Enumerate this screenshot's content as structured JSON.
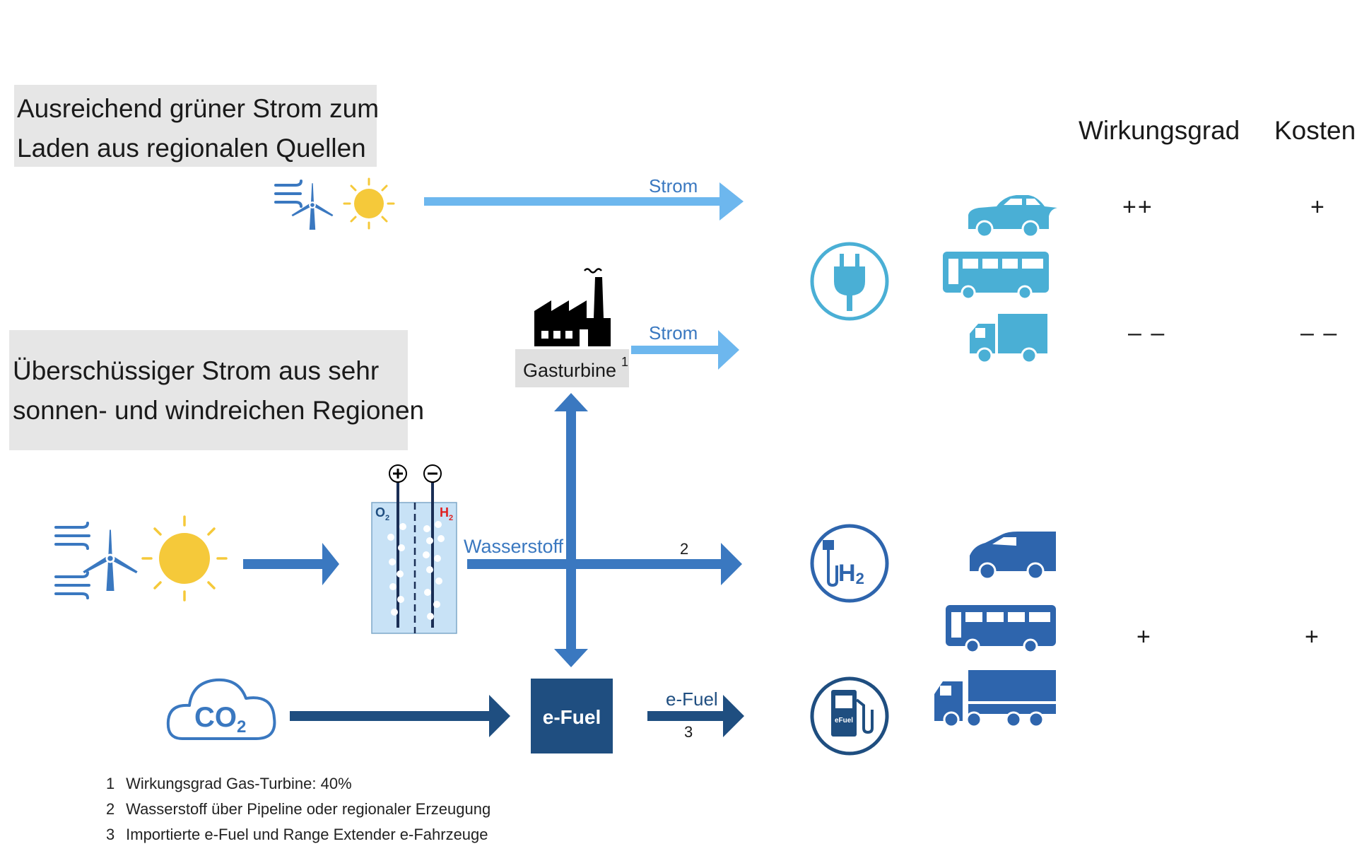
{
  "boxes": {
    "regional": [
      "Ausreichend grüner Strom zum",
      "Laden aus regionalen Quellen"
    ],
    "surplus": [
      "Überschüssiger Strom aus sehr",
      "sonnen- und windreichen Regionen"
    ]
  },
  "columns": {
    "efficiency": "Wirkungsgrad",
    "costs": "Kosten"
  },
  "flow_labels": {
    "strom_top": "Strom",
    "strom_mid": "Strom",
    "wasserstoff": "Wasserstoff",
    "note2": "2",
    "efuel": "e-Fuel",
    "note3": "3"
  },
  "nodes": {
    "gasturbine": "Gasturbine",
    "gasturbine_note": "1",
    "efuel_box": "e-Fuel",
    "co2": "CO",
    "co2_sub": "2",
    "o2": "O",
    "o2_sub": "2",
    "h2": "H",
    "h2_sub": "2",
    "h2_station": "H",
    "h2_station_sub": "2",
    "efuel_pump": "eFuel"
  },
  "ratings": {
    "battery_efficiency": "++",
    "battery_costs": "+",
    "gas_efficiency": "– –",
    "gas_costs": "– –",
    "h2_efficiency": "+",
    "h2_costs": "+"
  },
  "footnotes": [
    {
      "num": "1",
      "text": "Wirkungsgrad Gas-Turbine: 40%"
    },
    {
      "num": "2",
      "text": "Wasserstoff über Pipeline oder regionaler Erzeugung"
    },
    {
      "num": "3",
      "text": "Importierte e-Fuel und Range Extender e-Fahrzeuge"
    }
  ],
  "colors": {
    "light_blue": "#6db7ee",
    "mid_blue": "#3a78c0",
    "dark_blue": "#1f4e80",
    "cyan": "#4aafd5",
    "sun": "#f5c93a",
    "box_gray": "#e6e6e6"
  }
}
